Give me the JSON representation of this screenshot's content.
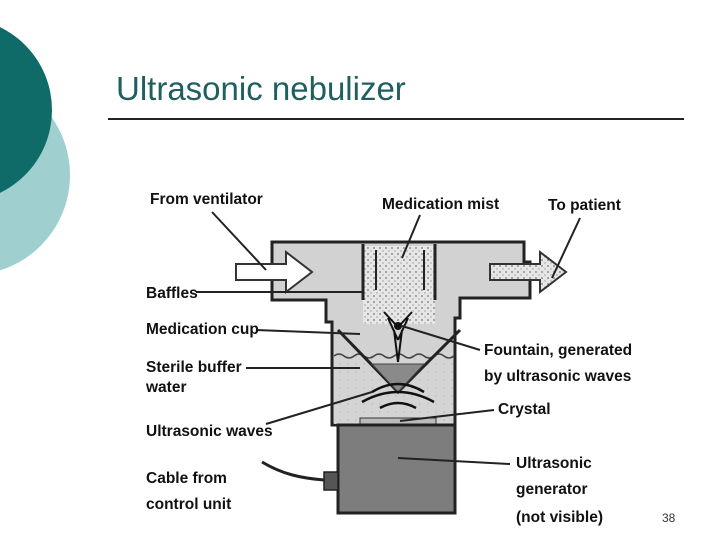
{
  "slide": {
    "title": "Ultrasonic nebulizer",
    "page_number": "38"
  },
  "diagram": {
    "labels": {
      "from_ventilator": "From ventilator",
      "medication_mist": "Medication mist",
      "to_patient": "To patient",
      "baffles": "Baffles",
      "medication_cup": "Medication cup",
      "sterile_buffer_line1": "Sterile buffer",
      "sterile_buffer_line2": "water",
      "ultrasonic_waves": "Ultrasonic waves",
      "cable_line1": "Cable from",
      "cable_line2": "control unit",
      "fountain_line1": "Fountain, generated",
      "fountain_line2": "by ultrasonic waves",
      "crystal": "Crystal",
      "generator_line1": "Ultrasonic",
      "generator_line2": "generator",
      "generator_line3": "(not visible)"
    }
  },
  "colors": {
    "teal_dark": "#0f6b68",
    "teal_light": "#9fcfce",
    "title": "#1f5f60"
  }
}
